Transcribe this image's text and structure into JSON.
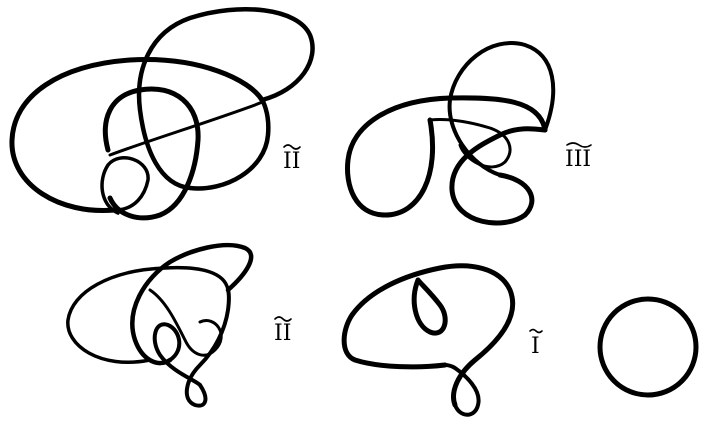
{
  "figure": {
    "labels": {
      "knot_1": "II",
      "knot_2": "III",
      "knot_3": "II",
      "knot_4": "I"
    },
    "tilde_mark": "~",
    "colors": {
      "ink": "#000000",
      "background": "#ffffff"
    }
  }
}
